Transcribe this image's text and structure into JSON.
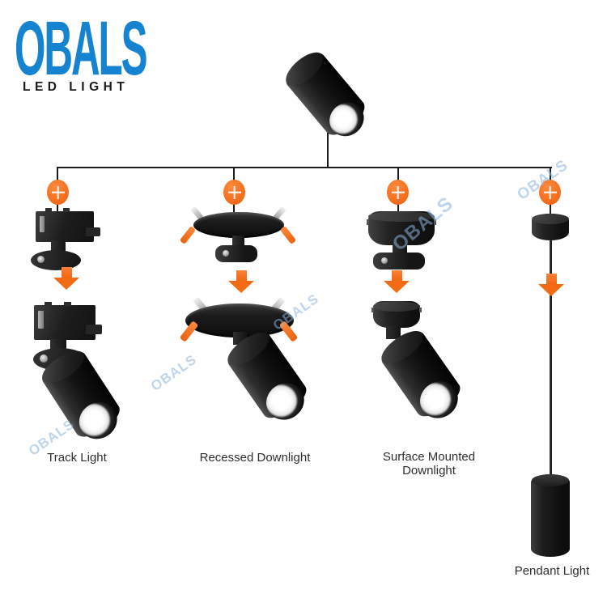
{
  "brand": {
    "name": "OBALS",
    "tagline": "LED LIGHT",
    "logo_color": "#1583CF",
    "tagline_color": "#1a1a1a"
  },
  "watermark": {
    "text": "OBALS",
    "color": "rgba(137,178,221,0.55)"
  },
  "palette": {
    "accent_orange": "#F26A14",
    "connector_line": "#1C1C1C",
    "product_black": "#111111",
    "label_text": "#2E2E2E"
  },
  "main_product": {
    "icon": "spotlight-module-cylinder"
  },
  "symbols": {
    "combine": "plus",
    "result": "down-arrow"
  },
  "columns": [
    {
      "id": "track",
      "icon": "track-adapter",
      "label": "Track Light"
    },
    {
      "id": "recessed",
      "icon": "recessed-mounting-ring",
      "label": "Recessed Downlight"
    },
    {
      "id": "surface",
      "icon": "surface-mount-canopy",
      "label": "Surface Mounted Downlight"
    },
    {
      "id": "pendant",
      "icon": "pendant-canopy-cable",
      "label": "Pendant Light"
    }
  ]
}
